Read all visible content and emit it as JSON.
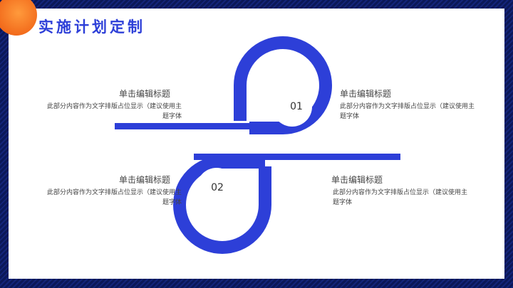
{
  "slide": {
    "title": "实施计划定制",
    "accent_color": "#2d3fd8",
    "frame_color": "#0c1a5c",
    "circle_color": "#f26a1b"
  },
  "items": [
    {
      "number": "01",
      "title": "单击编辑标题",
      "desc": "此部分内容作为文字排版占位显示（建议使用主题字体"
    },
    {
      "number": "01",
      "title": "单击编辑标题",
      "desc": "此部分内容作为文字排版占位显示（建议使用主题字体"
    },
    {
      "number": "02",
      "title": "单击编辑标题",
      "desc": "此部分内容作为文字排版占位显示（建议使用主题字体"
    },
    {
      "number": "02",
      "title": "单击编辑标题",
      "desc": "此部分内容作为文字排版占位显示（建议使用主题字体"
    }
  ]
}
